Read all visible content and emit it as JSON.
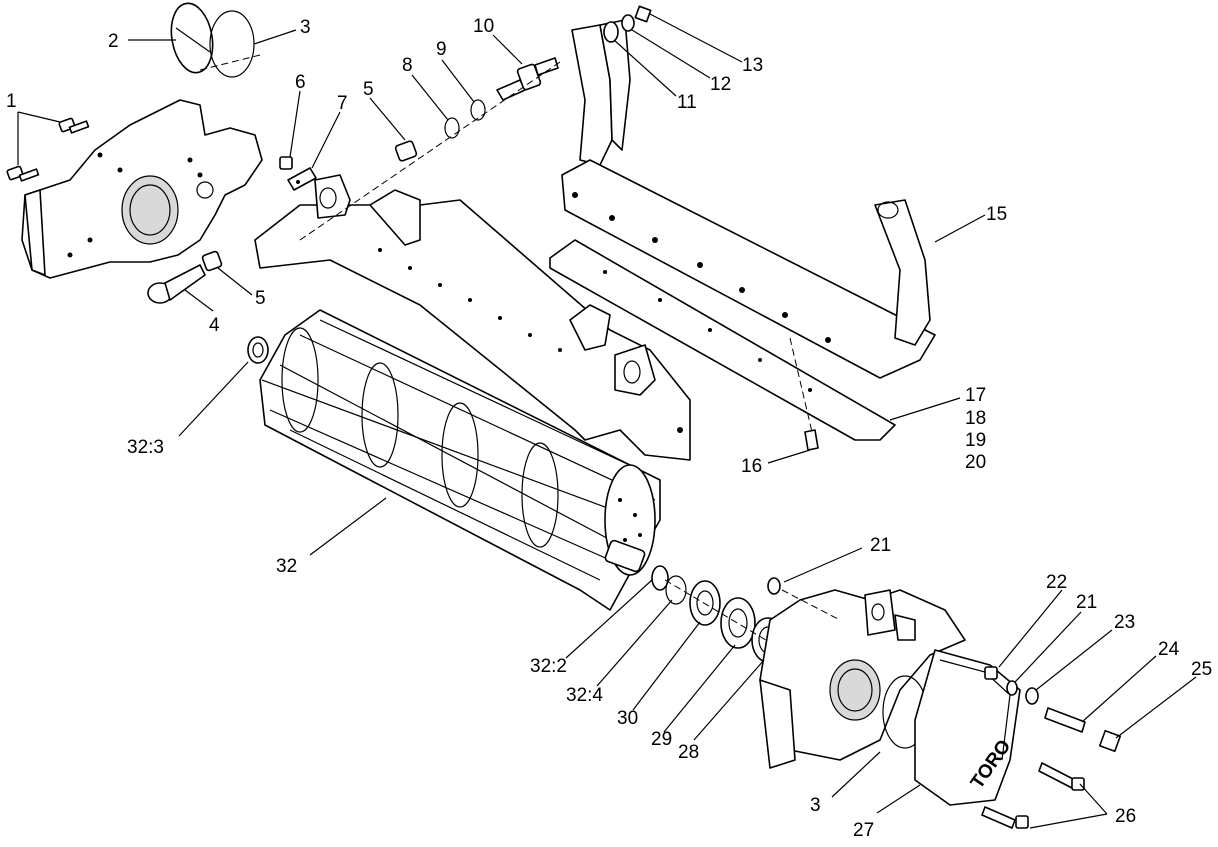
{
  "diagram": {
    "callouts": [
      {
        "label": "1"
      },
      {
        "label": "2"
      },
      {
        "label": "3"
      },
      {
        "label": "4"
      },
      {
        "label": "5"
      },
      {
        "label": "5"
      },
      {
        "label": "6"
      },
      {
        "label": "7"
      },
      {
        "label": "8"
      },
      {
        "label": "9"
      },
      {
        "label": "10"
      },
      {
        "label": "11"
      },
      {
        "label": "12"
      },
      {
        "label": "13"
      },
      {
        "label": "15"
      },
      {
        "label": "16"
      },
      {
        "label": "17"
      },
      {
        "label": "18"
      },
      {
        "label": "19"
      },
      {
        "label": "20"
      },
      {
        "label": "21"
      },
      {
        "label": "21"
      },
      {
        "label": "22"
      },
      {
        "label": "23"
      },
      {
        "label": "24"
      },
      {
        "label": "25"
      },
      {
        "label": "26"
      },
      {
        "label": "27"
      },
      {
        "label": "28"
      },
      {
        "label": "29"
      },
      {
        "label": "30"
      },
      {
        "label": "32"
      },
      {
        "label": "32:2"
      },
      {
        "label": "32:3"
      },
      {
        "label": "32:4"
      },
      {
        "label": "3"
      }
    ],
    "cover_logo": "TORO"
  }
}
